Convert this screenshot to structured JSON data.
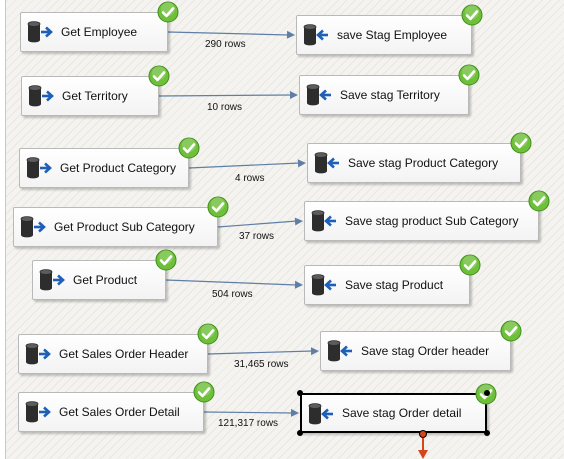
{
  "flow": {
    "rows": [
      {
        "source": "Get Employee",
        "destination": "save Stag Employee",
        "row_count": "290 rows"
      },
      {
        "source": "Get Territory",
        "destination": "Save stag Territory",
        "row_count": "10 rows"
      },
      {
        "source": "Get Product Category",
        "destination": "Save stag Product Category",
        "row_count": "4 rows"
      },
      {
        "source": "Get Product Sub Category",
        "destination": "Save stag product Sub Category",
        "row_count": "37 rows"
      },
      {
        "source": "Get Product",
        "destination": "Save stag Product",
        "row_count": "504 rows"
      },
      {
        "source": "Get Sales Order Header",
        "destination": "Save stag Order header",
        "row_count": "31,465 rows"
      },
      {
        "source": "Get Sales Order Detail",
        "destination": "Save stag Order detail",
        "row_count": "121,317 rows"
      }
    ]
  },
  "colors": {
    "path_line": "#5f7ea6",
    "success_check": "#6ebf3a",
    "error_output": "#d4451c",
    "source_arrow": "#1e5fb8"
  }
}
